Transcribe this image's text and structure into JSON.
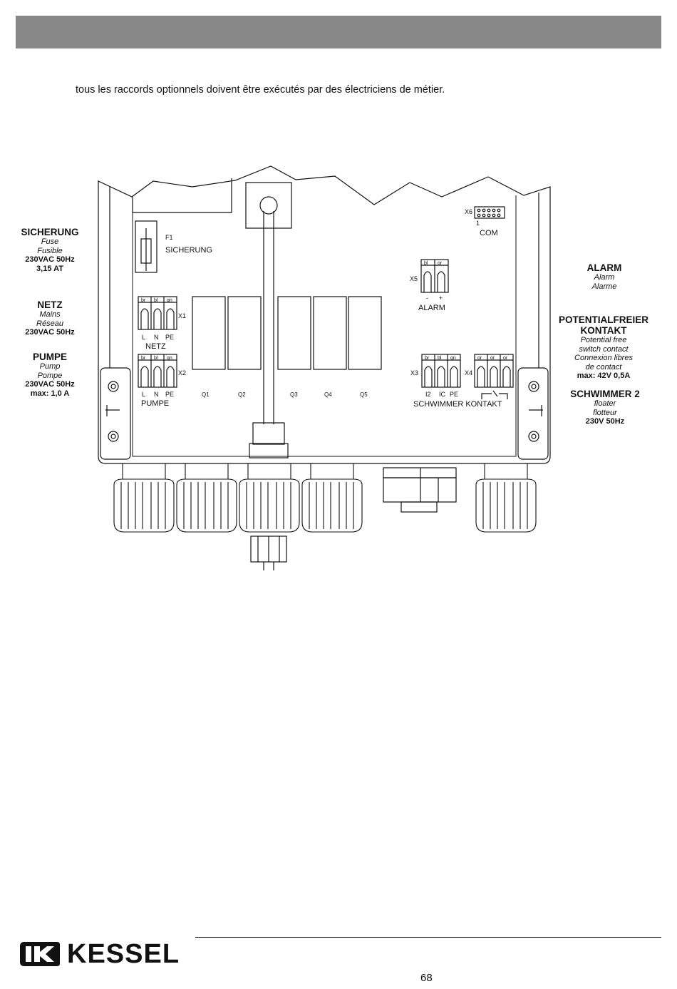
{
  "intro_text": "tous les raccords optionnels doivent être exécutés par des électriciens de métier.",
  "left_labels": {
    "sicherung": {
      "title": "SICHERUNG",
      "en": "Fuse",
      "fr": "Fusible",
      "spec1": "230VAC 50Hz",
      "spec2": "3,15 AT"
    },
    "netz": {
      "title": "NETZ",
      "en": "Mains",
      "fr": "Réseau",
      "spec1": "230VAC 50Hz"
    },
    "pumpe": {
      "title": "PUMPE",
      "en": "Pump",
      "fr": "Pompe",
      "spec1": "230VAC 50Hz",
      "spec2": "max: 1,0 A"
    }
  },
  "right_labels": {
    "alarm": {
      "title": "ALARM",
      "en": "Alarm",
      "fr": "Alarme"
    },
    "kontakt": {
      "title1": "POTENTIALFREIER",
      "title2": "KONTAKT",
      "en1": "Potential free",
      "en2": "switch contact",
      "fr1": "Connexion libres",
      "fr2": "de contact",
      "spec": "max: 42V 0,5A"
    },
    "schwimmer": {
      "title": "SCHWIMMER 2",
      "en": "floater",
      "fr": "flotteur",
      "spec": "230V 50Hz"
    }
  },
  "board": {
    "x6": "X6",
    "x6_pin": "1",
    "com": "COM",
    "f1": "F1",
    "sicherung": "SICHERUNG",
    "x5": "X5",
    "alarm": "ALARM",
    "x5_wires": [
      "bl",
      "or"
    ],
    "x5_pol": [
      "-",
      "+"
    ],
    "x1": "X1",
    "x1_wires": [
      "br",
      "bl",
      "gn"
    ],
    "x1_pins": [
      "L",
      "N",
      "PE"
    ],
    "netz": "NETZ",
    "x2": "X2",
    "x2_wires": [
      "br",
      "bl",
      "gn"
    ],
    "x2_pins": [
      "L",
      "N",
      "PE"
    ],
    "pumpe": "PUMPE",
    "relays": [
      "Q1",
      "Q2",
      "Q3",
      "Q4",
      "Q5"
    ],
    "x3": "X3",
    "x3_wires": [
      "br",
      "bl",
      "gn"
    ],
    "x3_pins": [
      "I2",
      "IC",
      "PE"
    ],
    "x4": "X4",
    "x4_wires": [
      "or",
      "or",
      "or"
    ],
    "schwimmer_kontakt": "SCHWIMMER KONTAKT"
  },
  "footer": {
    "brand": "KESSEL",
    "page": "68"
  }
}
